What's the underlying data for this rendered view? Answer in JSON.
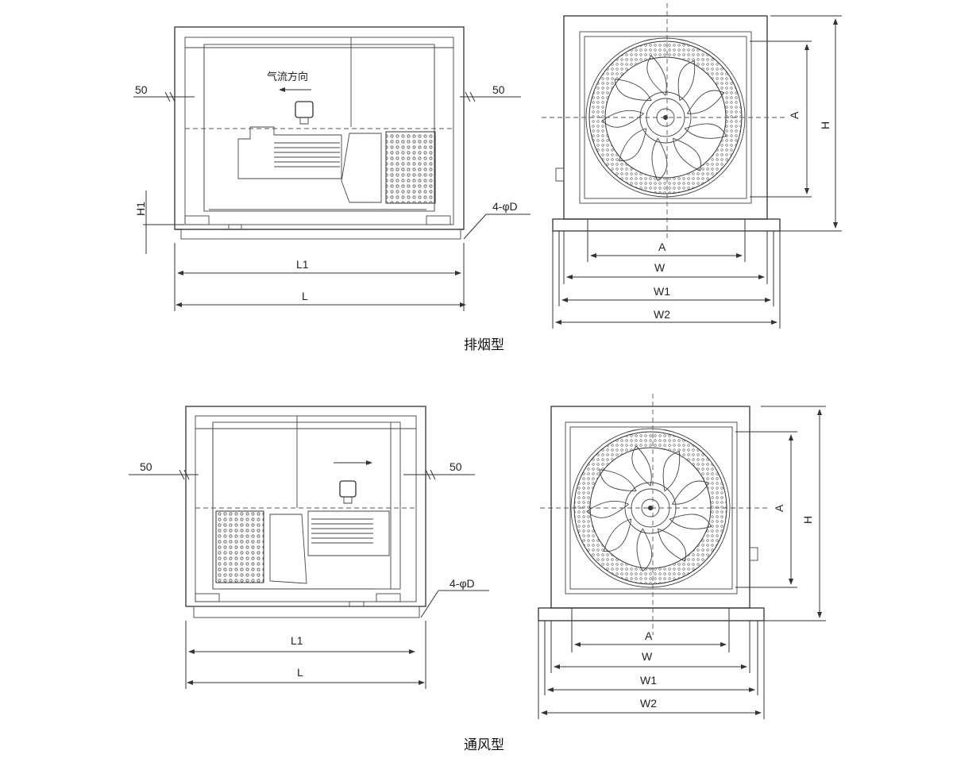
{
  "captions": {
    "top": "排烟型",
    "bottom": "通风型"
  },
  "side_top": {
    "airflow_label": "气流方向",
    "left_offset": "50",
    "right_offset": "50",
    "height_label": "H1",
    "hole_label": "4-φD",
    "inner_length": "L1",
    "outer_length": "L"
  },
  "front_top": {
    "a_height": "A",
    "h_height": "H",
    "a_width": "A",
    "w": "W",
    "w1": "W1",
    "w2": "W2"
  },
  "side_bottom": {
    "left_offset": "50",
    "right_offset": "50",
    "hole_label": "4-φD",
    "inner_length": "L1",
    "outer_length": "L"
  },
  "front_bottom": {
    "a_height": "A",
    "h_height": "H",
    "a_width": "A",
    "w": "W",
    "w1": "W1",
    "w2": "W2"
  }
}
